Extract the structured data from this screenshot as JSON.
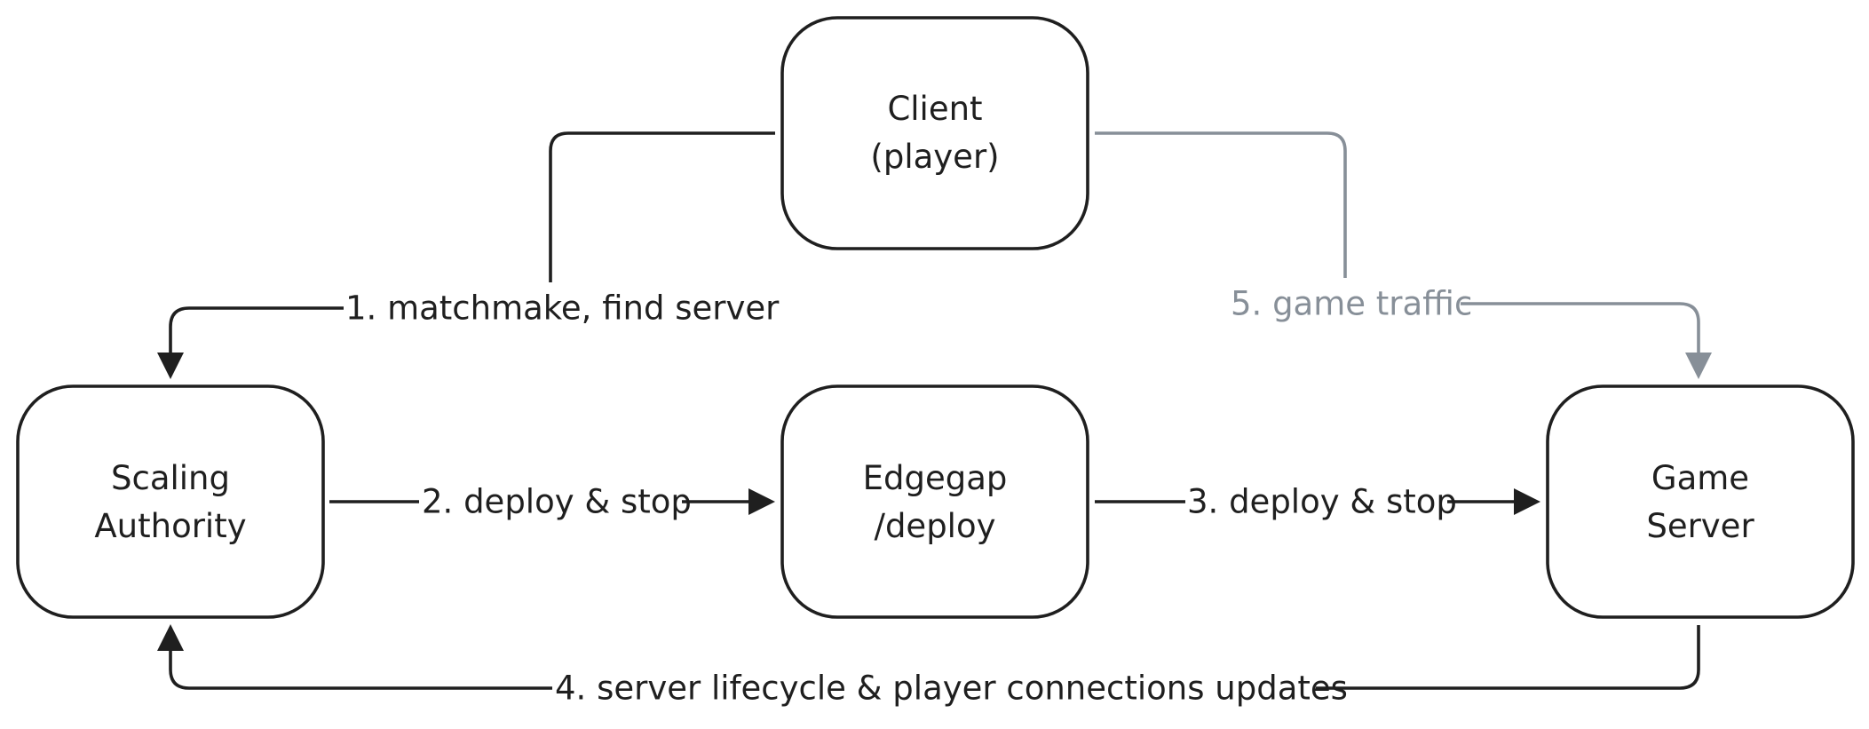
{
  "colors": {
    "primary": "#1f1f1f",
    "secondary": "#878f98",
    "background": "#ffffff"
  },
  "nodes": {
    "client": {
      "line1": "Client",
      "line2": "(player)"
    },
    "scaling_authority": {
      "line1": "Scaling",
      "line2": "Authority"
    },
    "edgegap_deploy": {
      "line1": "Edgegap",
      "line2": "/deploy"
    },
    "game_server": {
      "line1": "Game",
      "line2": "Server"
    }
  },
  "edges": [
    {
      "from": "client",
      "to": "scaling_authority",
      "label": "1. matchmake, find server",
      "style": "dark"
    },
    {
      "from": "scaling_authority",
      "to": "edgegap_deploy",
      "label": "2. deploy & stop",
      "style": "dark"
    },
    {
      "from": "edgegap_deploy",
      "to": "game_server",
      "label": "3. deploy & stop",
      "style": "dark"
    },
    {
      "from": "game_server",
      "to": "scaling_authority",
      "label": "4. server lifecycle & player connections updates",
      "style": "dark"
    },
    {
      "from": "client",
      "to": "game_server",
      "label": "5. game traffic",
      "style": "gray"
    }
  ]
}
